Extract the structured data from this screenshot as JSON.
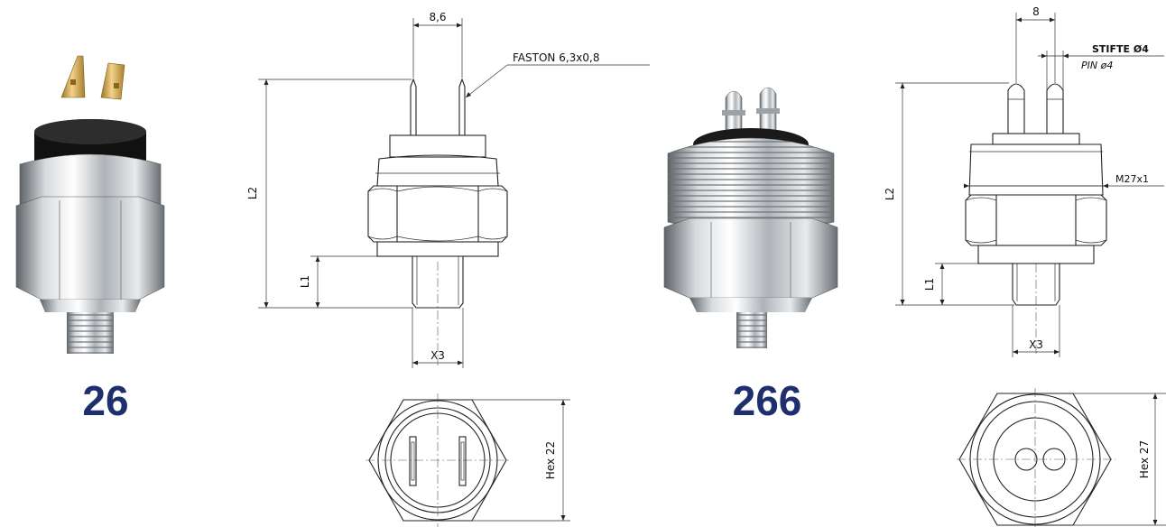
{
  "colors": {
    "model_label": "#1f2f6e",
    "line": "#222222",
    "metal": "#c9ccd0",
    "plastic": "#1a1a1a",
    "brass": "#d8a94a"
  },
  "products": [
    {
      "model": "26",
      "dims": {
        "pitch": "8,6",
        "terminal": "FASTON 6,3x0,8",
        "l1": "L1",
        "l2": "L2",
        "x3": "X3",
        "hex": "Hex 22"
      }
    },
    {
      "model": "266",
      "dims": {
        "pitch": "8",
        "pin_de": "STIFTE Ø4",
        "pin_en": "PIN ø4",
        "thread": "M27x1",
        "l1": "L1",
        "l2": "L2",
        "x3": "X3",
        "hex": "Hex 27"
      }
    }
  ]
}
